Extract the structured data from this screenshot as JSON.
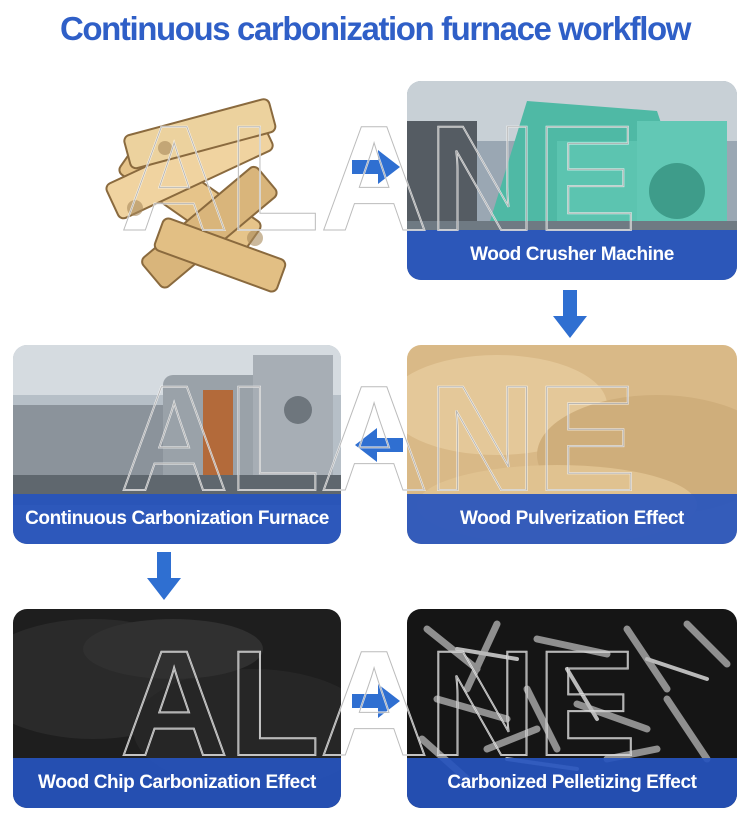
{
  "title": "Continuous carbonization furnace workflow",
  "watermark": "ALANE",
  "steps": [
    {
      "id": "wood-logs",
      "caption": ""
    },
    {
      "id": "wood-crusher",
      "caption": "Wood Crusher Machine"
    },
    {
      "id": "wood-pulverization",
      "caption": "Wood Pulverization Effect"
    },
    {
      "id": "carbonization-furnace",
      "caption": "Continuous Carbonization Furnace"
    },
    {
      "id": "wood-chip-carbonization",
      "caption": "Wood Chip Carbonization Effect"
    },
    {
      "id": "carbonized-pelletizing",
      "caption": "Carbonized Pelletizing Effect"
    }
  ],
  "colors": {
    "accent": "#2f5fc7",
    "caption_bg": "#2654be",
    "arrow": "#2f6fd1"
  }
}
